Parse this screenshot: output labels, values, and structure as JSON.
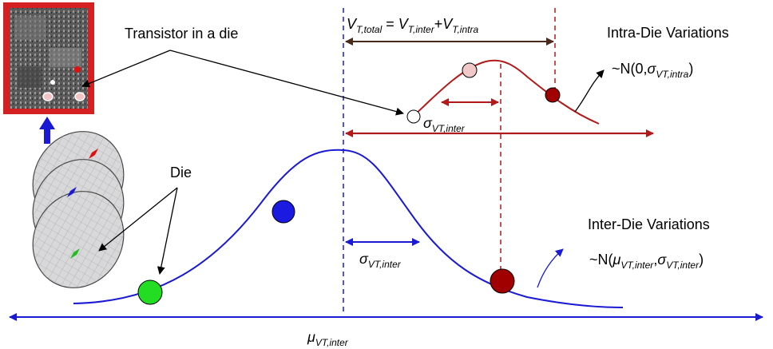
{
  "labels": {
    "transistor": "Transistor in a die",
    "die": "Die",
    "intra_title": "Intra-Die Variations",
    "inter_title": "Inter-Die Variations"
  },
  "formula": {
    "v": "V",
    "t_total": "T,total",
    "eq": " = ",
    "t_inter": "T,inter",
    "plus": "+",
    "t_intra": "T,intra"
  },
  "intra_dist": {
    "pre": "~N(0,",
    "sigma": "σ",
    "sub": "VT,intra",
    "post": ")"
  },
  "inter_dist": {
    "pre": "~N(",
    "mu": "μ",
    "sub1": "VT,inter",
    "comma": ",",
    "sigma": "σ",
    "sub2": "VT,inter",
    "post": ")"
  },
  "sigma_intra_label": {
    "sym": "σ",
    "sub": "VT,inter"
  },
  "sigma_inter_label": {
    "sym": "σ",
    "sub": "VT,inter"
  },
  "mu_label": {
    "sym": "μ",
    "sub": "VT,inter"
  },
  "colors": {
    "inter_curve": "#1a1ad4",
    "intra_curve": "#b01a1a",
    "dashed_blue": "#1a1ad4",
    "dashed_red": "#b01a1a",
    "formula_arrow": "#4a2a1a",
    "green_dot": "#22dd22",
    "blue_dot": "#1a1ae0",
    "red_dot": "#a00000",
    "chip_frame": "#d42020"
  }
}
